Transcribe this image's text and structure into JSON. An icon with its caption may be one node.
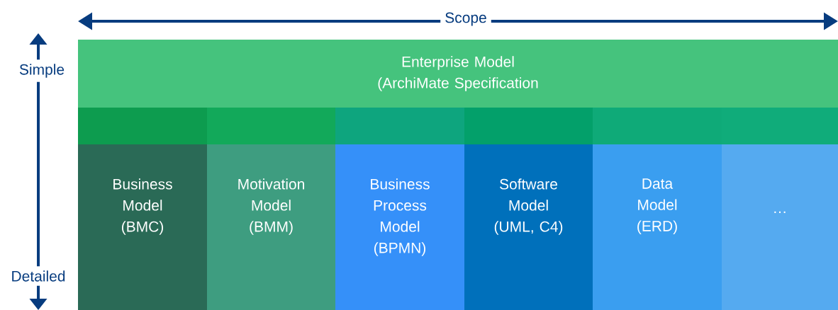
{
  "diagram": {
    "nodes": [
      {
        "text": [
          "Enterprise Model (ArchiMate Specification"
        ]
      },
      {
        "text": [],
        "shape": "box"
      },
      {
        "text": [],
        "shape": "box"
      },
      {
        "text": [],
        "shape": "box"
      },
      {
        "text": [],
        "shape": "box"
      },
      {
        "text": [],
        "shape": "box"
      },
      {
        "text": [],
        "shape": "box"
      },
      {
        "text": [
          "Business Model (BMC)"
        ]
      },
      {
        "text": [
          "Motivation Model (BMM)"
        ]
      },
      {
        "text": [
          "Business Process Model (BPMN)"
        ]
      },
      {
        "text": [
          "Software Model (UML, C4)"
        ]
      },
      {
        "text": [
          "Data Model (ERD)"
        ]
      },
      {
        "text": [
          "…"
        ]
      }
    ],
    "labels": [
      "Scope",
      "Simple",
      "Detailed"
    ]
  }
}
